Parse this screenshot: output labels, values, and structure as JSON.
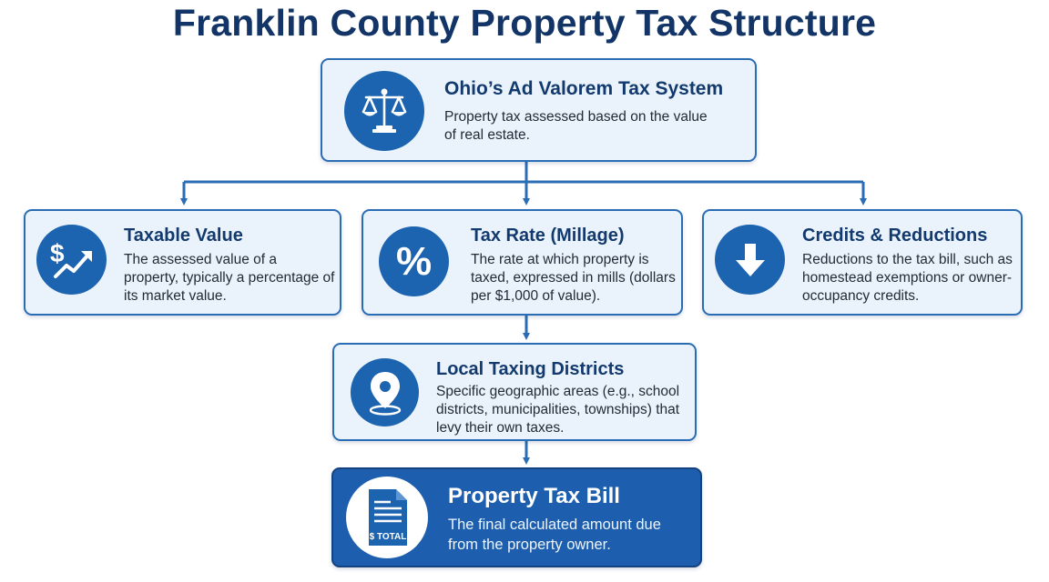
{
  "title": "Franklin County Property Tax Structure",
  "nodes": {
    "system": {
      "title": "Ohio’s Ad Valorem Tax System",
      "desc": "Property tax assessed based on the value of real estate.",
      "icon": "scales-of-justice-icon"
    },
    "taxable_value": {
      "title": "Taxable Value",
      "desc": "The assessed value of a property, typically a percentage of its market value.",
      "icon": "dollar-growth-icon"
    },
    "tax_rate": {
      "title": "Tax Rate (Millage)",
      "desc": "The rate at which property is taxed, expressed in mills (dollars per $1,000 of value).",
      "icon": "percent-icon"
    },
    "credits": {
      "title": "Credits & Reductions",
      "desc": "Reductions to the tax bill, such as homestead exemptions or owner-occupancy credits.",
      "icon": "arrow-down-icon"
    },
    "districts": {
      "title": "Local Taxing Districts",
      "desc": "Specific geographic areas (e.g., school districts, municipalities, townships) that levy their own taxes.",
      "icon": "location-pin-icon"
    },
    "bill": {
      "title": "Property Tax Bill",
      "desc": "The final calculated amount due from the property owner.",
      "icon": "tax-bill-document-icon",
      "icon_label": "$ TOTAL"
    }
  },
  "colors": {
    "primary": "#1c63b0",
    "border": "#2b6db5",
    "node_fill": "#eaf3fb",
    "title_text": "#123467",
    "final_fill": "#1d5fae"
  }
}
